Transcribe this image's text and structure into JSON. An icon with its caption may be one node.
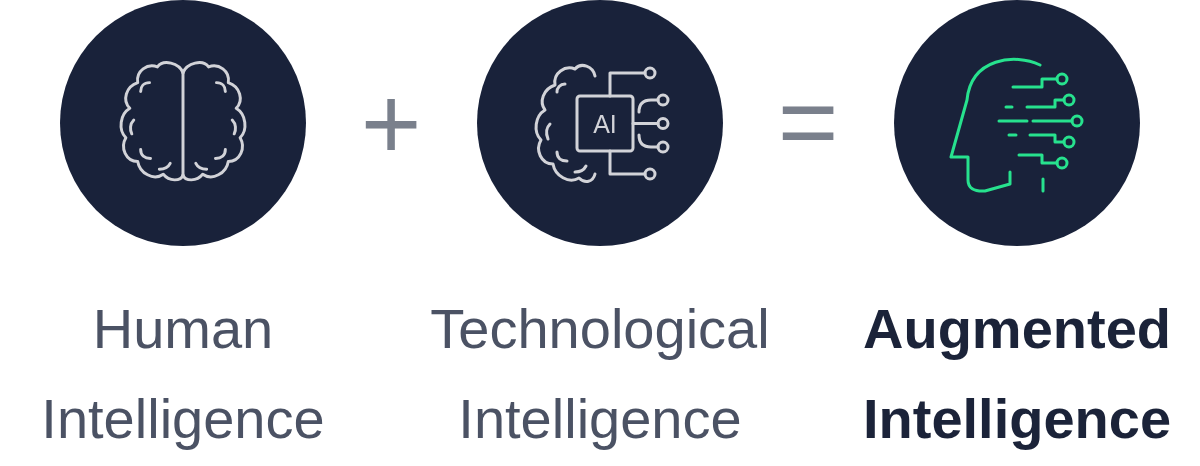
{
  "diagram": {
    "nodes": [
      {
        "text": [
          "Human Intelligence"
        ]
      },
      {
        "text": [
          "AI",
          "Technological Intelligence"
        ]
      },
      {
        "text": [
          "Augmented Intelligence"
        ]
      }
    ],
    "labels": [
      "+",
      "="
    ]
  }
}
